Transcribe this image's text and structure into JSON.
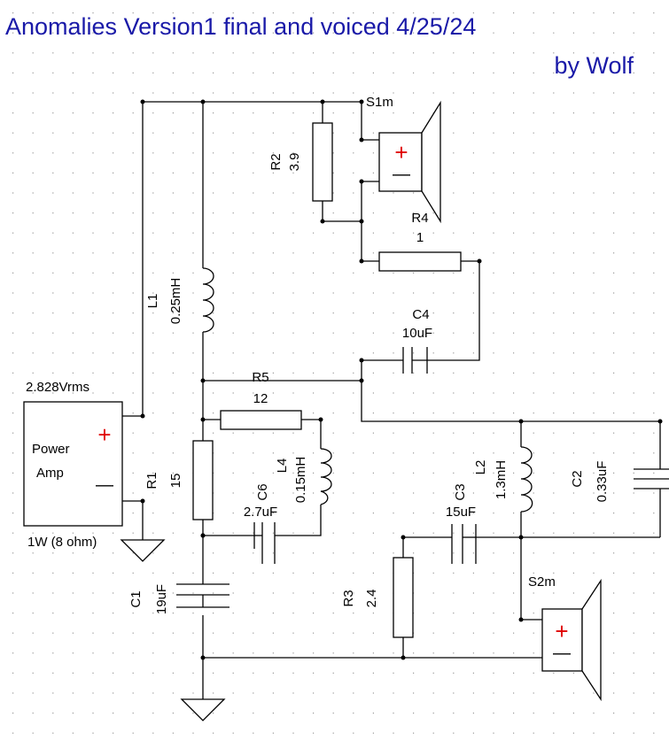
{
  "title": "Anomalies Version1 final and voiced 4/25/24",
  "author": "by Wolf",
  "source": {
    "voltage": "2.828Vrms",
    "label_line1": "Power",
    "label_line2": "Amp",
    "rating": "1W (8 ohm)",
    "plus": "+",
    "minus": "—"
  },
  "components": {
    "R1": {
      "name": "R1",
      "value": "15"
    },
    "R2": {
      "name": "R2",
      "value": "3.9"
    },
    "R3": {
      "name": "R3",
      "value": "2.4"
    },
    "R4": {
      "name": "R4",
      "value": "1"
    },
    "R5": {
      "name": "R5",
      "value": "12"
    },
    "L1": {
      "name": "L1",
      "value": "0.25mH"
    },
    "L2": {
      "name": "L2",
      "value": "1.3mH"
    },
    "L4": {
      "name": "L4",
      "value": "0.15mH"
    },
    "C1": {
      "name": "C1",
      "value": "19uF"
    },
    "C2": {
      "name": "C2",
      "value": "0.33uF"
    },
    "C3": {
      "name": "C3",
      "value": "15uF"
    },
    "C4": {
      "name": "C4",
      "value": "10uF"
    },
    "C6": {
      "name": "C6",
      "value": "2.7uF"
    }
  },
  "speakers": {
    "S1": {
      "name": "S1m",
      "plus": "+",
      "minus": "—"
    },
    "S2": {
      "name": "S2m",
      "plus": "+",
      "minus": "—"
    }
  },
  "colors": {
    "title": "#1a1aa8",
    "grid_dot": "#9a9a9a",
    "plus_sign": "#e00000"
  }
}
